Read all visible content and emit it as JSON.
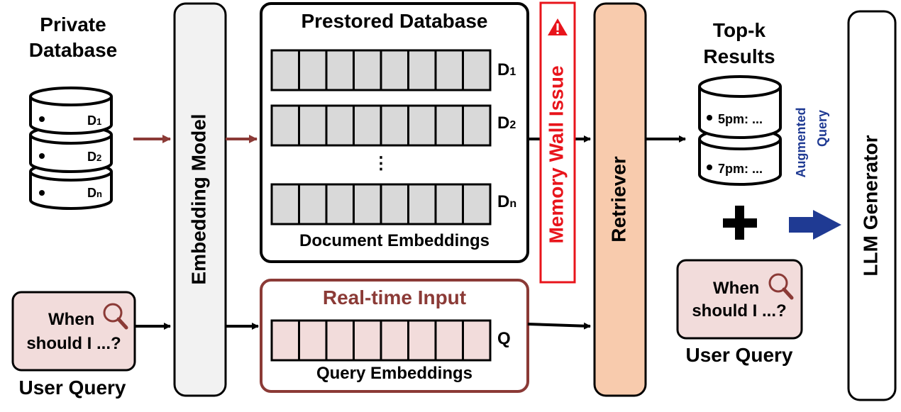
{
  "private_database": {
    "title_line1": "Private",
    "title_line2": "Database",
    "rows": [
      {
        "label": "D",
        "sub": "1"
      },
      {
        "label": "D",
        "sub": "2"
      },
      {
        "label": "D",
        "sub": "n"
      }
    ]
  },
  "user_query_left": {
    "text_line1": "When",
    "text_line2": "should I ...?",
    "caption": "User Query"
  },
  "embedding_model": {
    "label": "Embedding Model"
  },
  "prestored_database": {
    "title": "Prestored Database",
    "rows": [
      {
        "label": "D",
        "sub": "1"
      },
      {
        "label": "D",
        "sub": "2"
      },
      {
        "label": "D",
        "sub": "n"
      }
    ],
    "ellipsis": "⋮",
    "caption": "Document Embeddings"
  },
  "realtime_input": {
    "title": "Real-time Input",
    "row_label": "Q",
    "caption": "Query Embeddings"
  },
  "memory_wall": {
    "label": "Memory Wall Issue"
  },
  "retriever": {
    "label": "Retriever"
  },
  "topk": {
    "title_line1": "Top-k",
    "title_line2": "Results",
    "rows": [
      "5pm: ...",
      "7pm: ..."
    ]
  },
  "plus_symbol": "+",
  "user_query_right": {
    "text_line1": "When",
    "text_line2": "should I ...?",
    "caption": "User Query"
  },
  "augmented_query": {
    "line1": "Augmented",
    "line2": "Query"
  },
  "llm_generator": {
    "label": "LLM Generator"
  },
  "colors": {
    "arrow_dark": "#000000",
    "arrow_brown": "#8b3a36",
    "arrow_navy": "#1f3a93",
    "query_fill": "#f2dcdb",
    "cell_gray": "#d9d9d9",
    "embed_fill": "#f2f2f2",
    "retriever_fill": "#f8cbad",
    "warning_red": "#e8141b"
  }
}
